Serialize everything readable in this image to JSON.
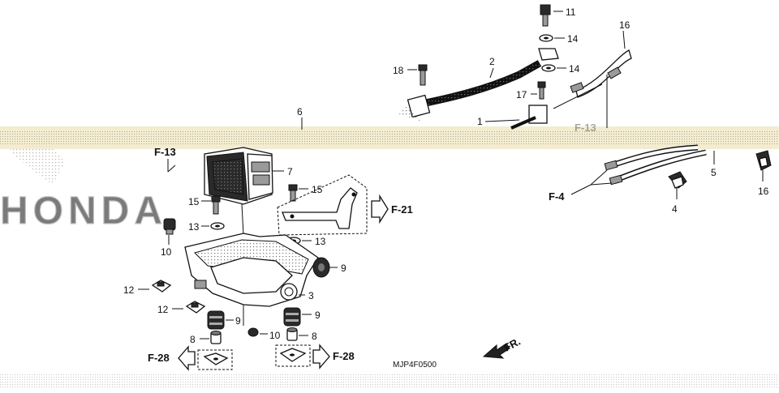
{
  "diagram": {
    "code": "MJP4F0500",
    "direction_label": "FR.",
    "callouts": [
      "1",
      "2",
      "3",
      "4",
      "5",
      "6",
      "7",
      "8",
      "8",
      "9",
      "9",
      "9",
      "10",
      "10",
      "11",
      "12",
      "12",
      "13",
      "13",
      "14",
      "14",
      "15",
      "15",
      "16",
      "16",
      "17",
      "18"
    ],
    "refs": [
      "F-13",
      "F-4",
      "F-21",
      "F-28",
      "F-28",
      "F-13"
    ],
    "brand_watermark": "HONDA",
    "colors": {
      "ink": "#111111",
      "band": "#e9dfb5",
      "dots": "#7a7a7a"
    }
  }
}
